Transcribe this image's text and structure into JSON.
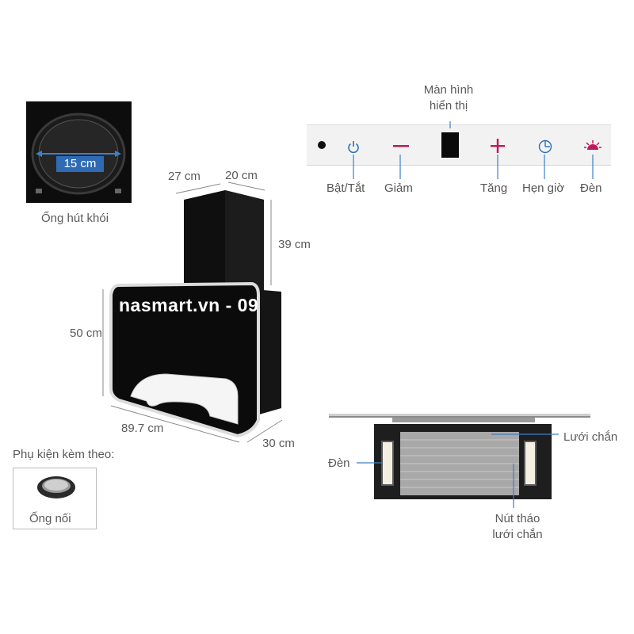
{
  "duct": {
    "caption": "Ống hút khói",
    "diameter": "15 cm"
  },
  "hood": {
    "width_top_depth": "27 cm",
    "width_top": "20 cm",
    "chimney_height": "39 cm",
    "body_height": "50 cm",
    "body_width": "89.7 cm",
    "body_depth": "30 cm",
    "watermark": "nasmart.vn - 09"
  },
  "accessories": {
    "title": "Phụ kiện kèm theo:",
    "item_label": "Ống nối"
  },
  "control_panel": {
    "display_label_line1": "Màn hình",
    "display_label_line2": "hiển thị",
    "power": "Bật/Tắt",
    "decrease": "Giảm",
    "increase": "Tăng",
    "timer": "Hẹn giờ",
    "light": "Đèn"
  },
  "underside": {
    "filter_label": "Lưới chắn",
    "light_label": "Đèn",
    "release_line1": "Nút tháo",
    "release_line2": "lưới chắn"
  },
  "colors": {
    "label": "#5a5a5a",
    "accent_blue": "#1f6fb3",
    "accent_pink": "#c2185b",
    "panel_bg": "#f2f2f2",
    "hood_black": "#111111"
  }
}
